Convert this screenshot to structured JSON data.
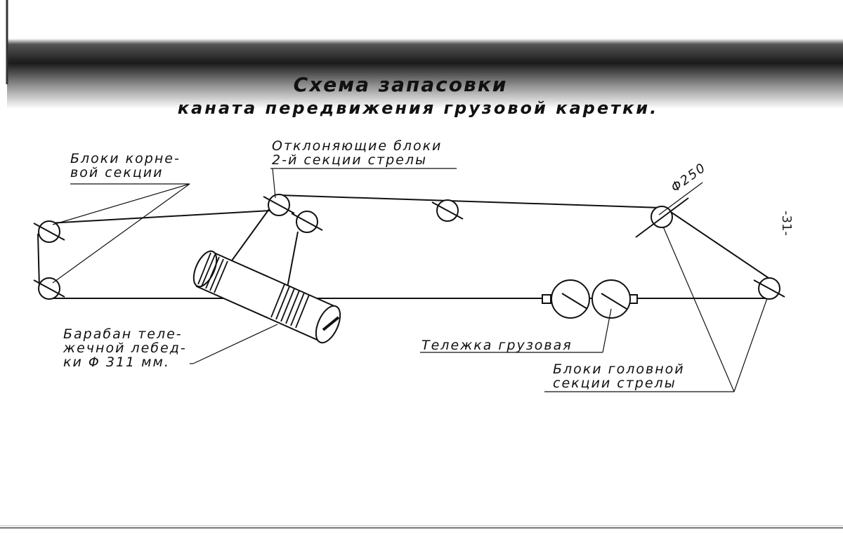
{
  "title": "Схема запасовки",
  "subtitle": "каната передвижения грузовой каретки.",
  "page_number": "-31-",
  "labels": {
    "root_blocks": [
      "Блоки корне-",
      "вой секции"
    ],
    "deflecting_blocks": [
      "Отклоняющие блоки",
      "2-й секции стрелы"
    ],
    "diameter": "Φ250",
    "drum": [
      "Барабан теле-",
      "жечной лебед-",
      "ки Φ 311 мм."
    ],
    "trolley": "Тележка грузовая",
    "head_blocks": [
      "Блоки головной",
      "секции стрелы"
    ]
  },
  "colors": {
    "ink": "#111111",
    "shadow": "#202020",
    "paper": "#ffffff"
  }
}
